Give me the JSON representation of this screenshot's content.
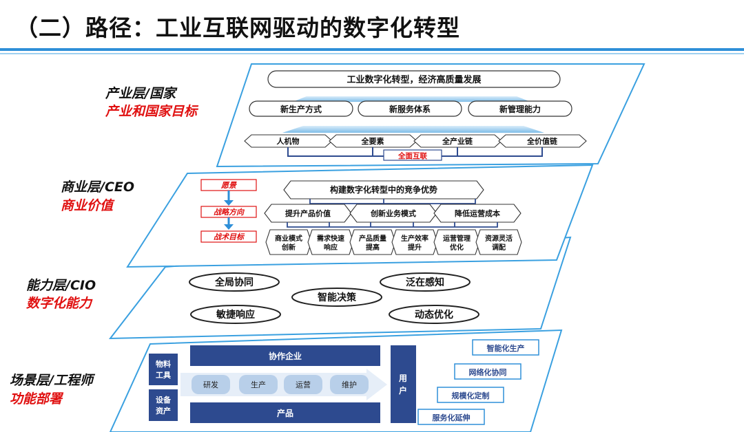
{
  "title": "（二）路径：工业互联网驱动的数字化转型",
  "layers": [
    {
      "name": "产业层/国家",
      "goal": "产业和国家目标"
    },
    {
      "name": "商业层/CEO",
      "goal": "商业价值"
    },
    {
      "name": "能力层/CIO",
      "goal": "数字化能力"
    },
    {
      "name": "场景层/工程师",
      "goal": "功能部署"
    }
  ],
  "industry": {
    "top": "工业数字化转型，经济高质量发展",
    "mid": [
      "新生产方式",
      "新服务体系",
      "新管理能力"
    ],
    "bottom": [
      "人机物",
      "全要素",
      "全产业链",
      "全价值链"
    ],
    "connect": "全面互联"
  },
  "business": {
    "steps": [
      "愿景",
      "战略方向",
      "战术目标"
    ],
    "top": "构建数字化转型中的竞争优势",
    "mid": [
      "提升产品价值",
      "创新业务模式",
      "降低运营成本"
    ],
    "bottom": [
      "商业模式创新",
      "需求快速响应",
      "产品质量提高",
      "生产效率提升",
      "运营管理优化",
      "资源灵活调配"
    ]
  },
  "capability": {
    "items": [
      "全局协同",
      "泛在感知",
      "智能决策",
      "敏捷响应",
      "动态优化"
    ]
  },
  "scenario": {
    "left": [
      "物料工具",
      "设备资产"
    ],
    "top": "协作企业",
    "flow": [
      "研发",
      "生产",
      "运营",
      "维护"
    ],
    "bottom": "产品",
    "user": "用户",
    "tags": [
      "智能化生产",
      "网络化协同",
      "规模化定制",
      "服务化延伸"
    ]
  },
  "colors": {
    "accent": "#2e8fd8",
    "red": "#e01010",
    "navy": "#2d4a8f",
    "layer": "#ffffff",
    "layerStroke": "#3aa0e0"
  }
}
